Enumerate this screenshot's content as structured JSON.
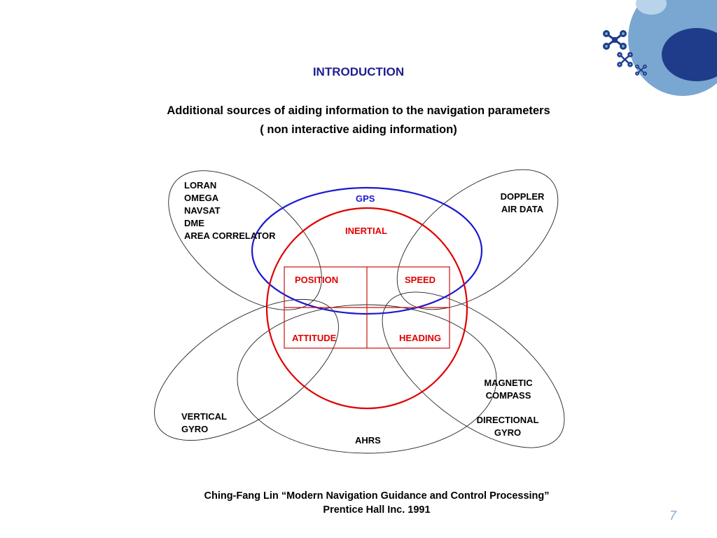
{
  "slide": {
    "title": "INTRODUCTION",
    "subtitle_lines": [
      "Additional sources of aiding information to the navigation parameters",
      "( non interactive aiding information)"
    ],
    "citation_lines": [
      "Ching-Fang Lin “Modern Navigation Guidance and Control Processing”",
      "Prentice Hall Inc. 1991"
    ],
    "page_number": "7"
  },
  "diagram": {
    "radio_aids_lines": [
      "LORAN",
      "OMEGA",
      "NAVSAT",
      "DME",
      "AREA CORRELATOR"
    ],
    "gps": "GPS",
    "inertial": "INERTIAL",
    "doppler_lines": [
      "DOPPLER",
      "AIR DATA"
    ],
    "grid": {
      "position": "POSITION",
      "speed": "SPEED",
      "attitude": "ATTITUDE",
      "heading": "HEADING"
    },
    "magnetic_compass_lines": [
      "MAGNETIC",
      "COMPASS"
    ],
    "directional_gyro_lines": [
      "DIRECTIONAL",
      "GYRO"
    ],
    "vertical_gyro_lines": [
      "VERTICAL",
      "GYRO"
    ],
    "ahrs": "AHRS"
  },
  "colors": {
    "title": "#1f1f8f",
    "gps_blue": "#1a1ad0",
    "inertial_red": "#e00000",
    "deco_dark": "#1e3c8a",
    "deco_light": "#7aa6d2"
  },
  "icons": [
    "decorative-circles",
    "cross-icon"
  ]
}
